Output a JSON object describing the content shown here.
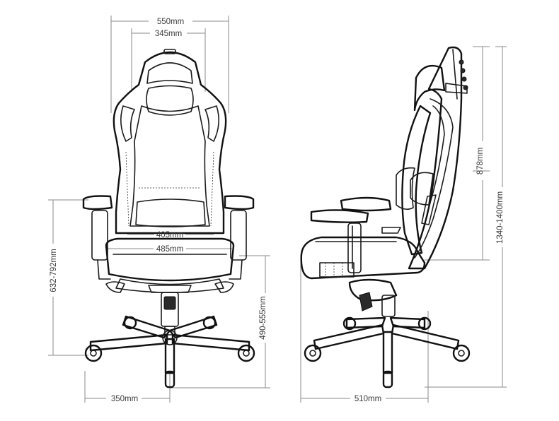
{
  "diagram": {
    "dimensions": {
      "overall_width": "550mm",
      "headrest_width": "345mm",
      "seat_inner_width": "405mm",
      "seat_outer_width": "485mm",
      "armrest_height": "632-792mm",
      "seat_height": "490-555mm",
      "base_half_width": "350mm",
      "seat_depth": "510mm",
      "backrest_height": "878mm",
      "total_height": "1340-1400mm"
    }
  }
}
